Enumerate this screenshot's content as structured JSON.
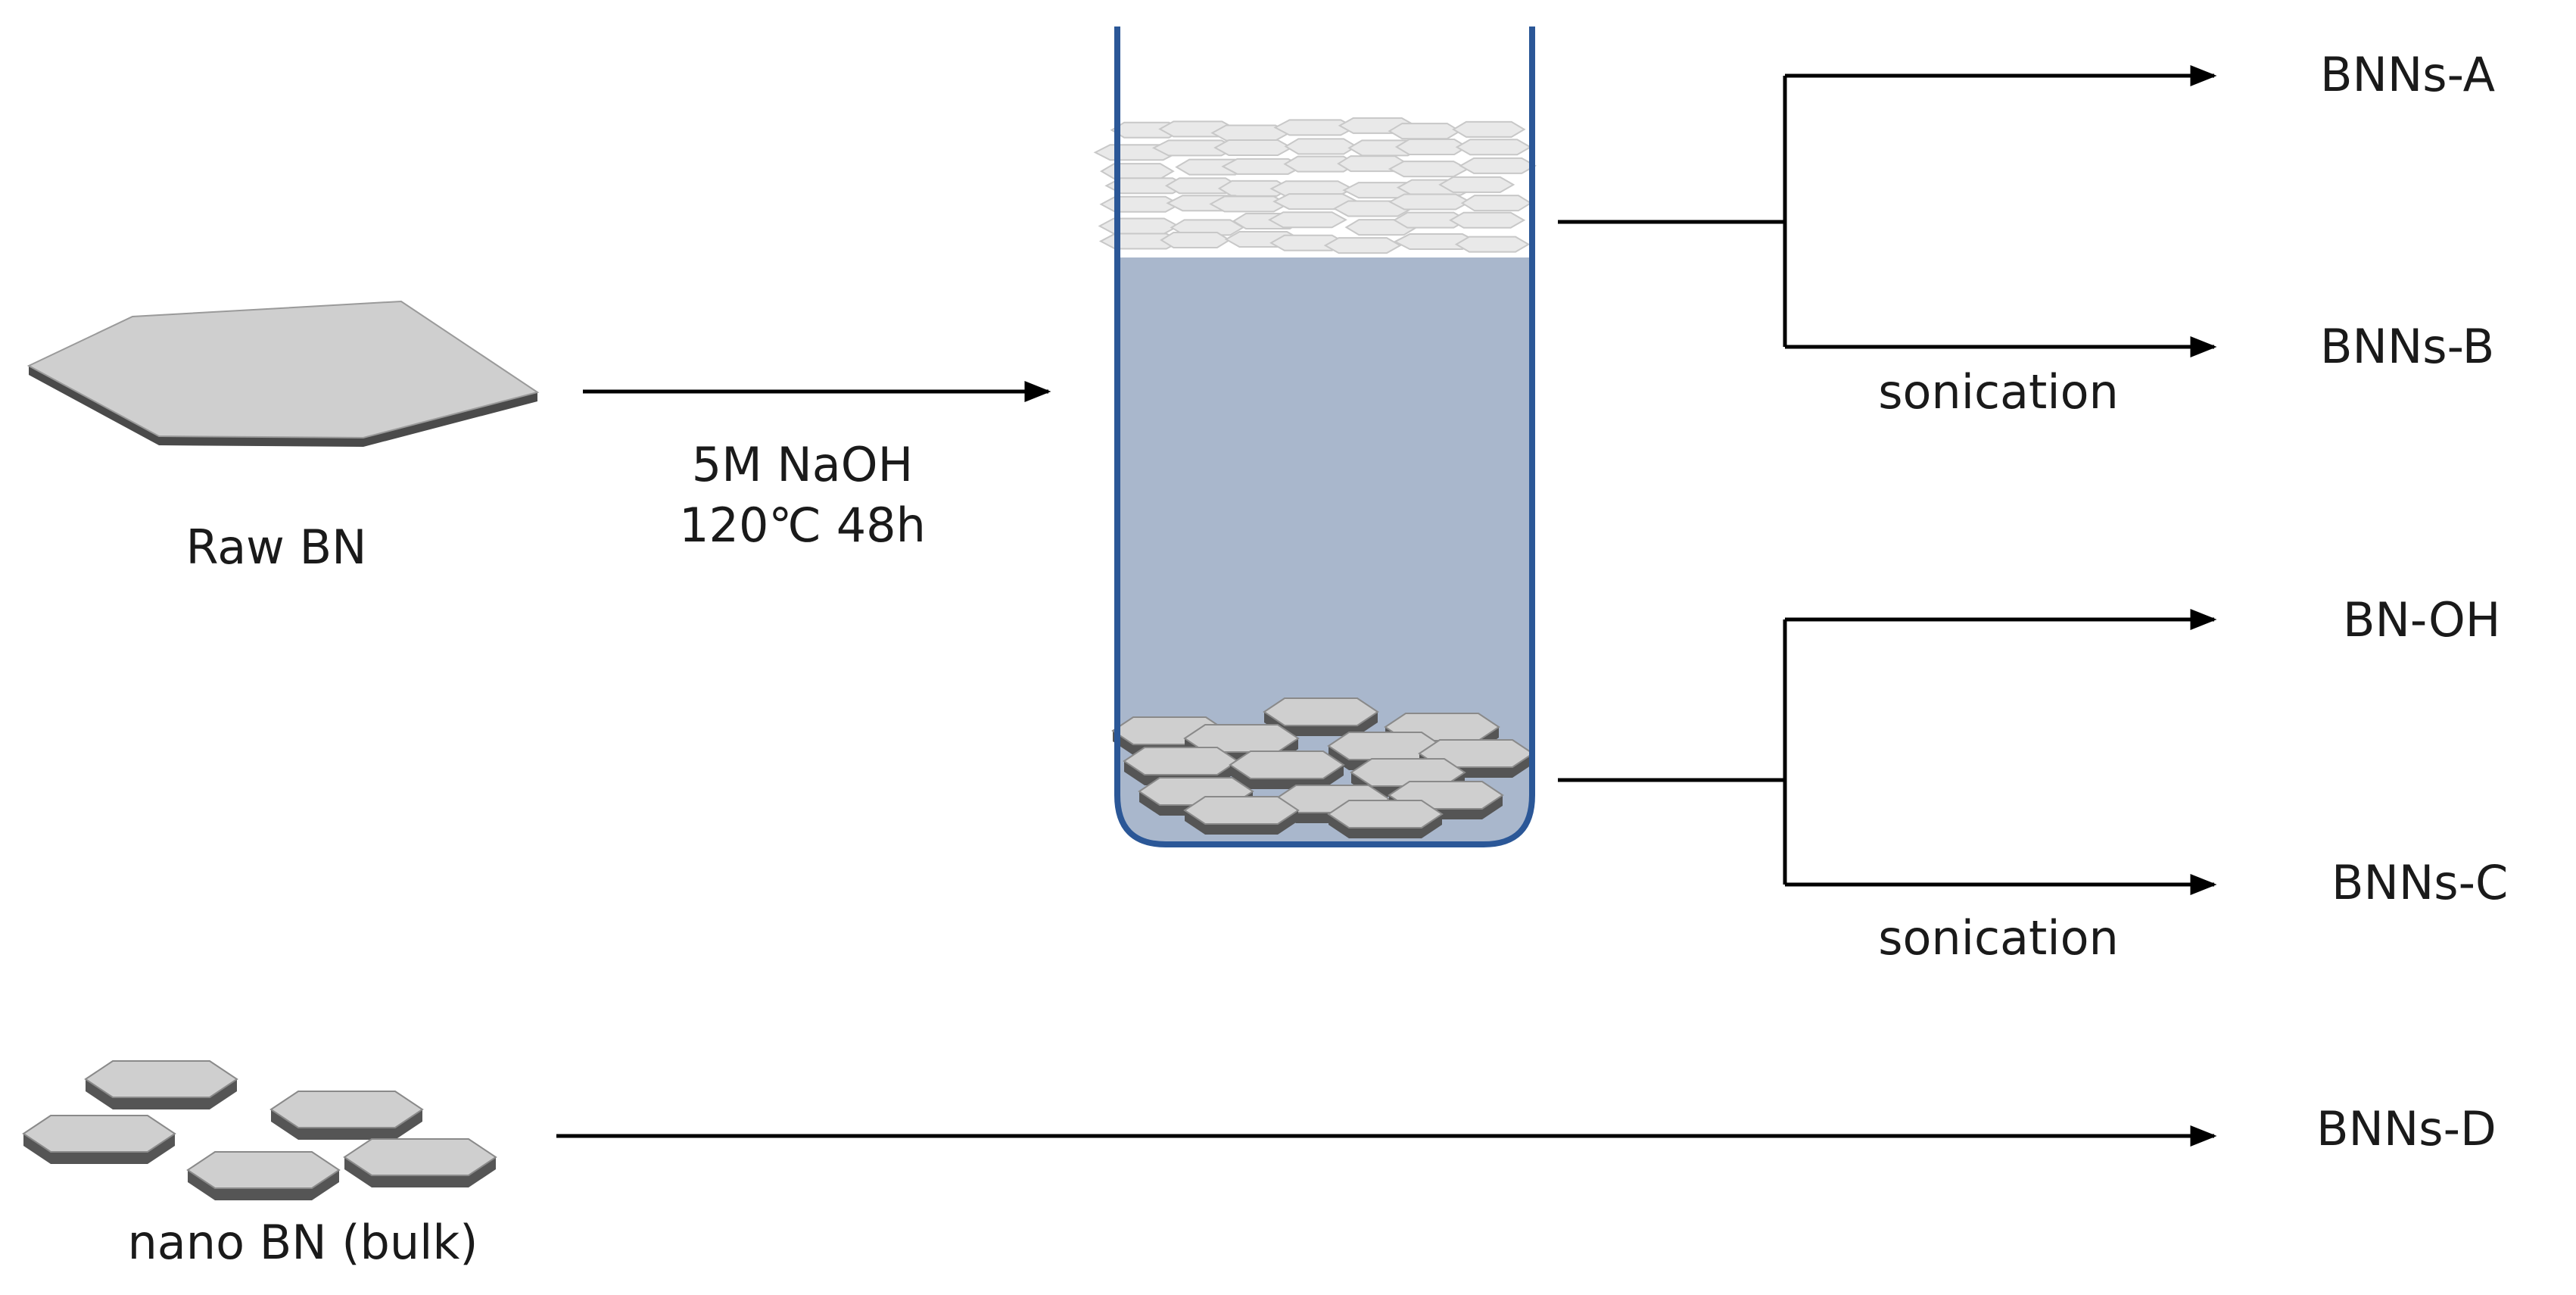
{
  "raw_label": "Raw BN",
  "nano_label": "nano BN (bulk)",
  "condition_line1": "5M NaOH",
  "condition_line2": "120℃ 48h",
  "sonication_top": "sonication",
  "sonication_bottom": "sonication",
  "products": {
    "a": "BNNs-A",
    "b": "BNNs-B",
    "oh": "BN-OH",
    "c": "BNNs-C",
    "d": "BNNs-D"
  },
  "colors": {
    "liquid": "#a9b7cc",
    "tube_wall": "#2b5797",
    "flake_top": "#cfcfcf",
    "flake_edge": "#5a5a5a",
    "line": "#000000"
  }
}
